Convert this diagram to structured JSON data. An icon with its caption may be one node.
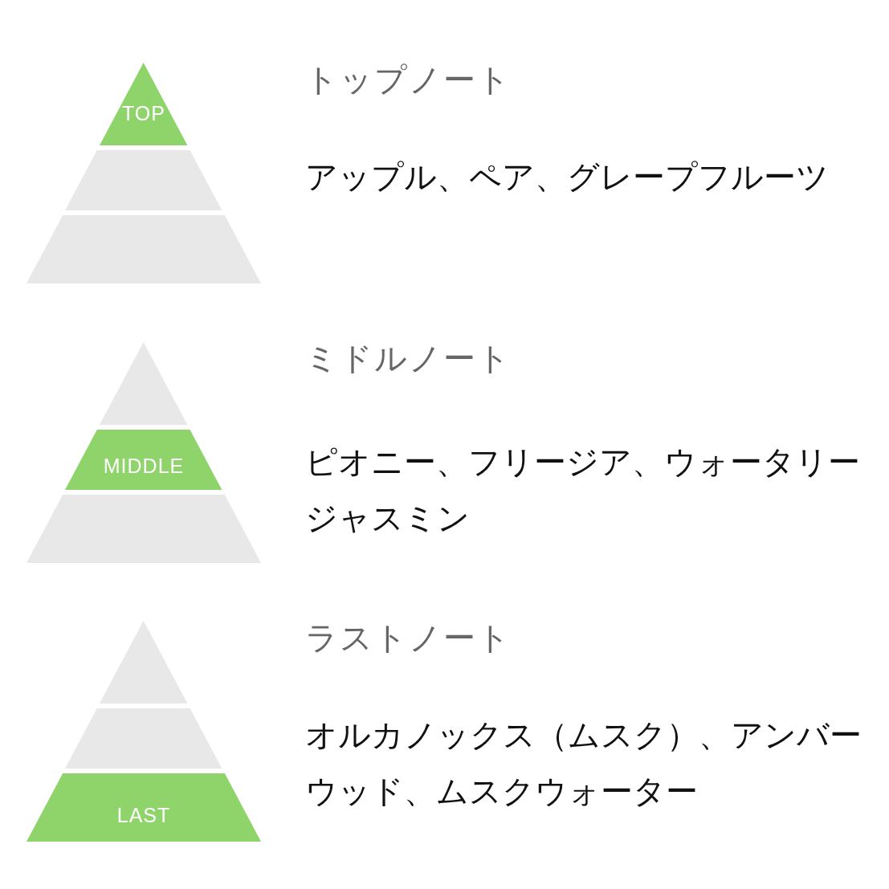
{
  "diagram": {
    "nodes": [
      {
        "text": [
          "TOP"
        ]
      },
      {
        "text": [],
        "shape": "trapezoid"
      },
      {
        "text": [],
        "shape": "trapezoid"
      },
      {
        "text": [],
        "shape": "triangle"
      },
      {
        "text": [
          "MIDDLE"
        ]
      },
      {
        "text": [],
        "shape": "trapezoid"
      },
      {
        "text": [],
        "shape": "triangle"
      },
      {
        "text": [],
        "shape": "trapezoid"
      },
      {
        "text": [
          "LAST"
        ]
      }
    ],
    "labels": [
      "トップノート",
      "アップル、ペア、グレープフルーツ",
      "ミドルノート",
      "ピオニー、フリージア、ウォータリージャスミン",
      "ラストノート",
      "オルカノックス（ムスク）、アンバーウッド、ムスクウォーター"
    ]
  }
}
